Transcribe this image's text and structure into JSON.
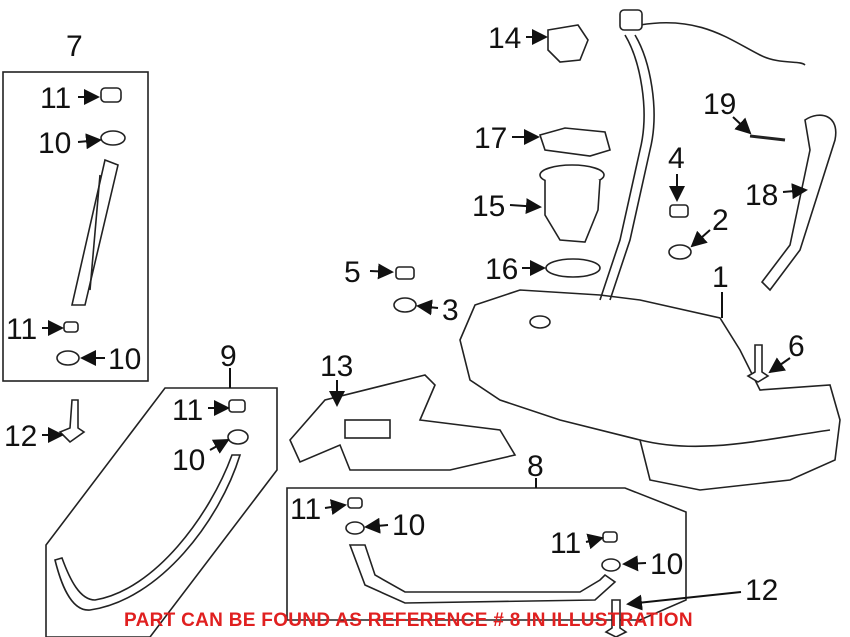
{
  "callouts": [
    "7",
    "11",
    "10",
    "11",
    "10",
    "12",
    "9",
    "11",
    "10",
    "13",
    "8",
    "11",
    "10",
    "11",
    "10",
    "12",
    "14",
    "17",
    "15",
    "16",
    "5",
    "3",
    "4",
    "2",
    "1",
    "6",
    "19",
    "18"
  ],
  "caption": "PART CAN BE FOUND AS REFERENCE # 8 IN ILLUSTRATION",
  "colors": {
    "caption": "#e02020",
    "lines": "#222222"
  }
}
